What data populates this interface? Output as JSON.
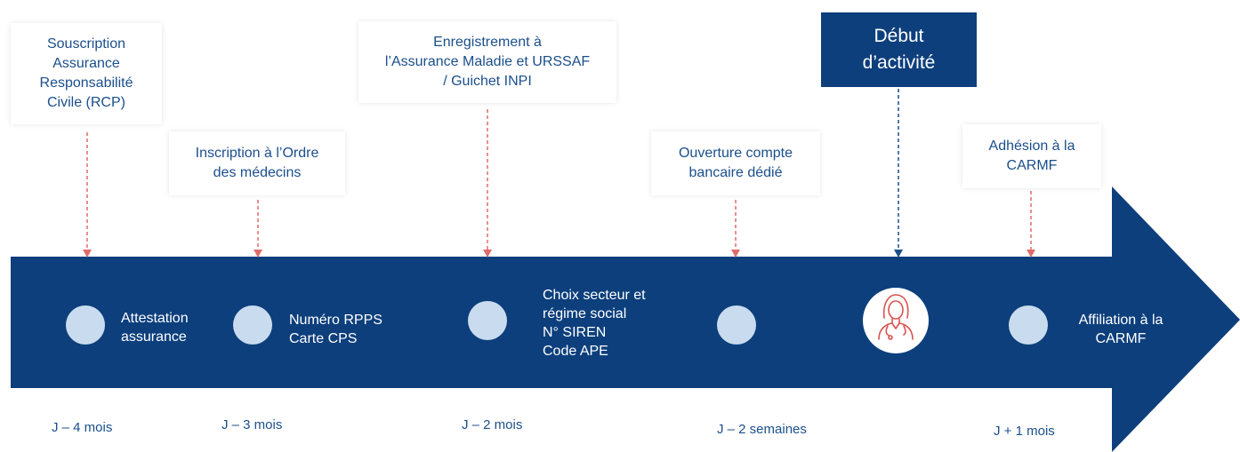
{
  "colors": {
    "arrow": "#0d3f7c",
    "text_blue": "#1b4f8c",
    "circle": "#c9dcef",
    "dash_red": "#e06b6b",
    "dash_blue": "#1b4f8c",
    "doctor_icon": "#d9534f"
  },
  "top_boxes": {
    "rcp": "Souscription\nAssurance\nResponsabilité\nCivile (RCP)",
    "ordre": "Inscription à l’Ordre\ndes médecins",
    "enregistrement": "Enregistrement à\nl’Assurance Maladie et URSSAF\n/ Guichet INPI",
    "compte": "Ouverture compte\nbancaire dédié",
    "debut": "Début\nd’activité",
    "carmf_adhesion": "Adhésion à la\nCARMF"
  },
  "arrow_labels": {
    "attestation": "Attestation\nassurance",
    "rpps": "Numéro RPPS\nCarte CPS",
    "choix": "Choix secteur et\nrégime social\nN° SIREN\nCode APE",
    "affiliation": "Affiliation à la\nCARMF"
  },
  "milestone_icon": "doctor-icon",
  "timing": {
    "j4": "J – 4 mois",
    "j3": "J – 3 mois",
    "j2": "J – 2 mois",
    "j2s": "J – 2 semaines",
    "j1": "J + 1 mois"
  }
}
